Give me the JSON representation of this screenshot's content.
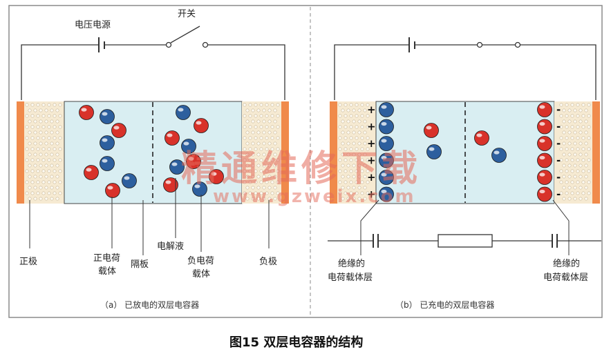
{
  "figure": {
    "title": "图15 双层电容器的结构",
    "watermark": "精通维修下载",
    "watermark_url": "www.gzweix.com",
    "colors": {
      "panel_border": "#7a7a7a",
      "electrode": "#f08a4b",
      "electrolyte": "#d9eef2",
      "porous_fill": "#f6ead2",
      "positive_ion": "#d8322a",
      "negative_ion": "#2d5f9e",
      "wire": "#333333",
      "watermark": "#e46a5a"
    }
  },
  "panel_a": {
    "labels": {
      "voltage_source": "电压电源",
      "switch": "开关",
      "positive_electrode": "正极",
      "positive_carrier": [
        "正电荷",
        "载体"
      ],
      "separator": "隔板",
      "electrolyte": "电解液",
      "negative_carrier": [
        "负电荷",
        "载体"
      ],
      "negative_electrode": "负极"
    },
    "caption": "（a） 已放电的双层电容器"
  },
  "panel_b": {
    "labels": {
      "left_layer": [
        "绝缘的",
        "电荷载体层"
      ],
      "right_layer": [
        "绝缘的",
        "电荷载体层"
      ],
      "plus": "+",
      "minus": "-"
    },
    "caption": "（b） 已充电的双层电容器"
  }
}
